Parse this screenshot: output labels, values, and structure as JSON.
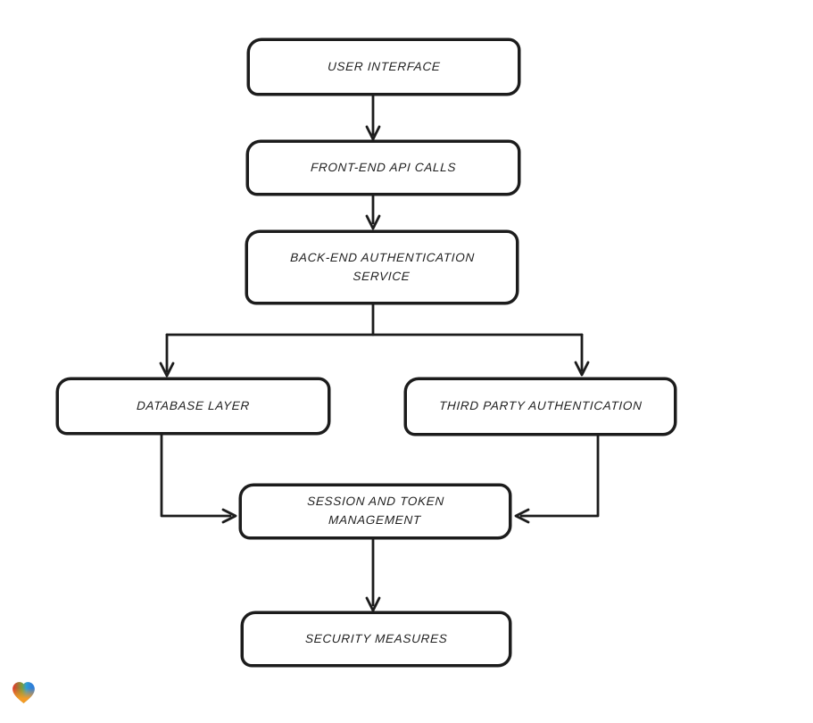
{
  "diagram": {
    "type": "flowchart",
    "nodes": [
      {
        "id": "user-interface",
        "label": "USER INTERFACE"
      },
      {
        "id": "front-end-api-calls",
        "label": "FRONT-END API CALLS"
      },
      {
        "id": "back-end-authentication-service",
        "label": "BACK-END AUTHENTICATION SERVICE"
      },
      {
        "id": "database-layer",
        "label": "DATABASE LAYER"
      },
      {
        "id": "third-party-authentication",
        "label": "THIRD PARTY AUTHENTICATION"
      },
      {
        "id": "session-and-token-management",
        "label": "SESSION AND TOKEN MANAGEMENT"
      },
      {
        "id": "security-measures",
        "label": "SECURITY MEASURES"
      }
    ],
    "edges": [
      {
        "from": "user-interface",
        "to": "front-end-api-calls"
      },
      {
        "from": "front-end-api-calls",
        "to": "back-end-authentication-service"
      },
      {
        "from": "back-end-authentication-service",
        "to": "database-layer"
      },
      {
        "from": "back-end-authentication-service",
        "to": "third-party-authentication"
      },
      {
        "from": "database-layer",
        "to": "session-and-token-management"
      },
      {
        "from": "third-party-authentication",
        "to": "session-and-token-management"
      },
      {
        "from": "session-and-token-management",
        "to": "security-measures"
      }
    ],
    "style": {
      "canvas_background": "#ffffff",
      "node_fill": "#ffffff",
      "node_border_color": "#1c1c1c",
      "edge_color": "#1c1c1c",
      "text_color": "#1f1f1f"
    }
  },
  "watermark": {
    "icon": "gradient-heart-logo",
    "colors": {
      "red": "#e8332a",
      "green": "#7a9e3b",
      "blue": "#2f7fd8",
      "orange": "#f49b26"
    }
  }
}
